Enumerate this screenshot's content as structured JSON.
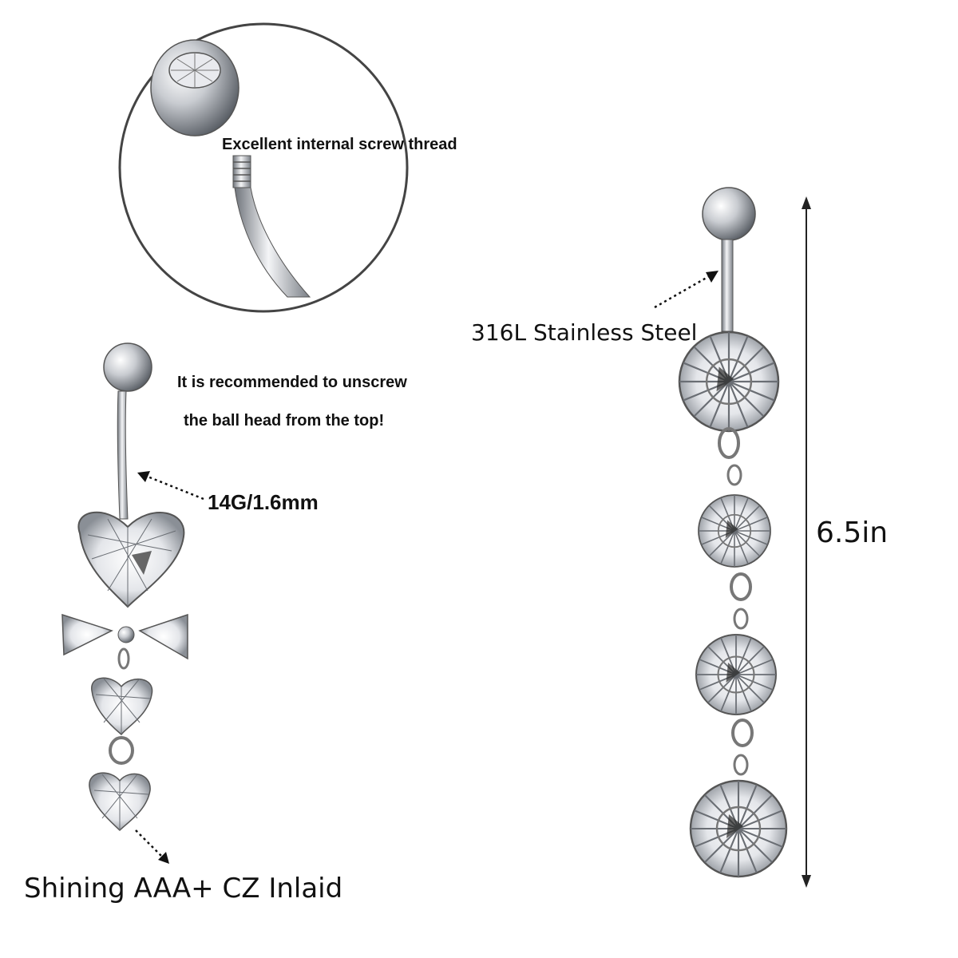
{
  "labels": {
    "screw_thread": "Excellent internal screw thread",
    "recommend_line1": "It is recommended to unscrew",
    "recommend_line2": "the ball head from the top!",
    "gauge": "14G/1.6mm",
    "steel": "316L Stainless Steel",
    "length": "6.5in",
    "cz": "Shining AAA+ CZ Inlaid"
  },
  "colors": {
    "metal": "#c9ccd1",
    "metal_dark": "#6e737a",
    "outline": "#3a3a3a",
    "text": "#111111"
  }
}
